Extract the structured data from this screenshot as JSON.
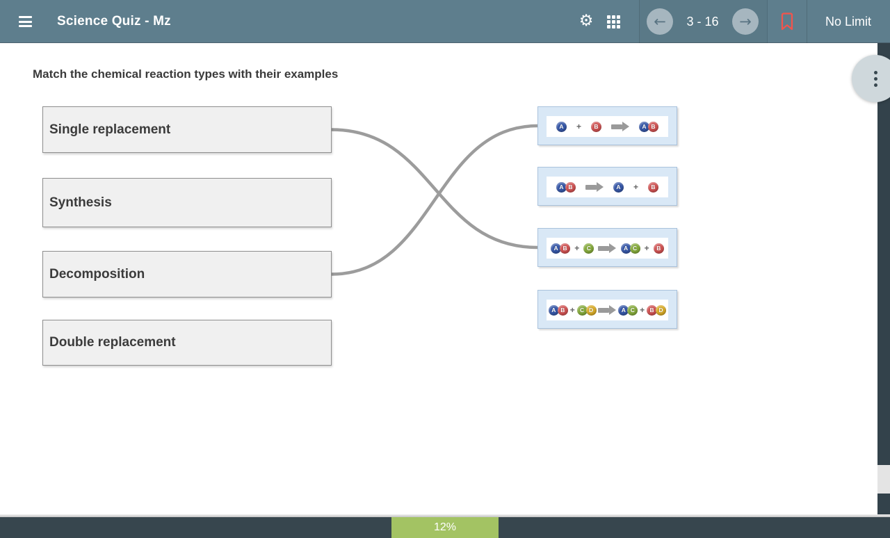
{
  "header": {
    "title": "Science Quiz - Mz",
    "page_indicator": "3 - 16",
    "time_limit_label": "No Limit"
  },
  "icons": {
    "menu": "hamburger",
    "settings_glyph": "⚙",
    "apps_grid": "3x3-grid",
    "prev_glyph": "←",
    "next_glyph": "→",
    "bookmark": "bookmark-outline",
    "more": "vertical-ellipsis",
    "plus_glyph": "+",
    "reaction_arrow": "block-arrow-right"
  },
  "question": {
    "text": "Match the chemical reaction types with their examples"
  },
  "match": {
    "left_items": [
      {
        "label": "Single replacement"
      },
      {
        "label": "Synthesis"
      },
      {
        "label": "Decomposition"
      },
      {
        "label": "Double replacement"
      }
    ],
    "right_items": [
      {
        "name": "reaction-a-plus-b-to-ab",
        "tokens": [
          {
            "t": "mol",
            "atoms": [
              "A"
            ]
          },
          {
            "t": "plus"
          },
          {
            "t": "mol",
            "atoms": [
              "B"
            ]
          },
          {
            "t": "arrow"
          },
          {
            "t": "mol",
            "atoms": [
              "A",
              "B"
            ]
          }
        ]
      },
      {
        "name": "reaction-ab-to-a-plus-b",
        "tokens": [
          {
            "t": "mol",
            "atoms": [
              "A",
              "B"
            ]
          },
          {
            "t": "arrow"
          },
          {
            "t": "mol",
            "atoms": [
              "A"
            ]
          },
          {
            "t": "plus"
          },
          {
            "t": "mol",
            "atoms": [
              "B"
            ]
          }
        ]
      },
      {
        "name": "reaction-ab-plus-c-to-ac-plus-b",
        "tokens": [
          {
            "t": "mol",
            "atoms": [
              "A",
              "B"
            ]
          },
          {
            "t": "plus"
          },
          {
            "t": "mol",
            "atoms": [
              "C"
            ]
          },
          {
            "t": "arrow"
          },
          {
            "t": "mol",
            "atoms": [
              "A",
              "C"
            ]
          },
          {
            "t": "plus"
          },
          {
            "t": "mol",
            "atoms": [
              "B"
            ]
          }
        ]
      },
      {
        "name": "reaction-ab-plus-cd-to-ac-plus-bd",
        "tokens": [
          {
            "t": "mol",
            "atoms": [
              "A",
              "B"
            ]
          },
          {
            "t": "plus"
          },
          {
            "t": "mol",
            "atoms": [
              "C",
              "D"
            ]
          },
          {
            "t": "arrow"
          },
          {
            "t": "mol",
            "atoms": [
              "A",
              "C"
            ]
          },
          {
            "t": "plus"
          },
          {
            "t": "mol",
            "atoms": [
              "B",
              "D"
            ]
          }
        ]
      }
    ],
    "connections": [
      {
        "left_index": 0,
        "right_index": 2
      },
      {
        "left_index": 2,
        "right_index": 0
      }
    ],
    "atom_colors": {
      "A": "#3657a7",
      "B": "#d05252",
      "C": "#85aa3b",
      "D": "#d8ab28"
    },
    "connector_color": "#9c9c9c"
  },
  "progress": {
    "label": "12%",
    "percent": 12,
    "bar_color": "#a3c363"
  },
  "colors": {
    "topbar": "#5e7e8d",
    "side_rail": "#33424b",
    "bottom_bar": "#37464e",
    "bookmark": "#f4544c",
    "source_box_bg": "#f0f0f0",
    "target_box_bg": "#d9e8f6"
  }
}
